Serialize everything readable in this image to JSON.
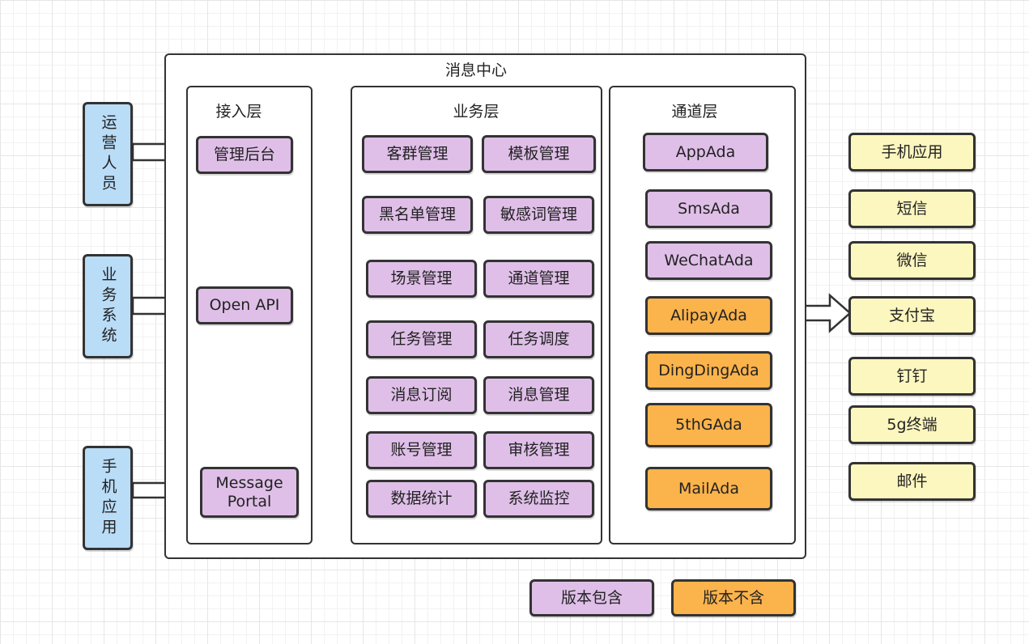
{
  "title": "消息中心",
  "actors": [
    "运营人员",
    "业务系统",
    "手机应用"
  ],
  "access_layer": {
    "title": "接入层",
    "items": [
      "管理后台",
      "Open API",
      "Message\nPortal"
    ]
  },
  "business_layer": {
    "title": "业务层",
    "items": [
      "客群管理",
      "模板管理",
      "黑名单管理",
      "敏感词管理",
      "场景管理",
      "通道管理",
      "任务管理",
      "任务调度",
      "消息订阅",
      "消息管理",
      "账号管理",
      "审核管理",
      "数据统计",
      "系统监控"
    ]
  },
  "channel_layer": {
    "title": "通道层",
    "items": [
      "AppAda",
      "SmsAda",
      "WeChatAda",
      "AlipayAda",
      "DingDingAda",
      "5thGAda",
      "MailAda"
    ]
  },
  "targets": [
    "手机应用",
    "短信",
    "微信",
    "支付宝",
    "钉钉",
    "5g终端",
    "邮件"
  ],
  "legend": {
    "included": "版本包含",
    "excluded": "版本不含"
  },
  "colors": {
    "included": "#dfbfe8",
    "excluded": "#fbb34b",
    "actor": "#b9dcf7",
    "target": "#fcf6bf"
  }
}
